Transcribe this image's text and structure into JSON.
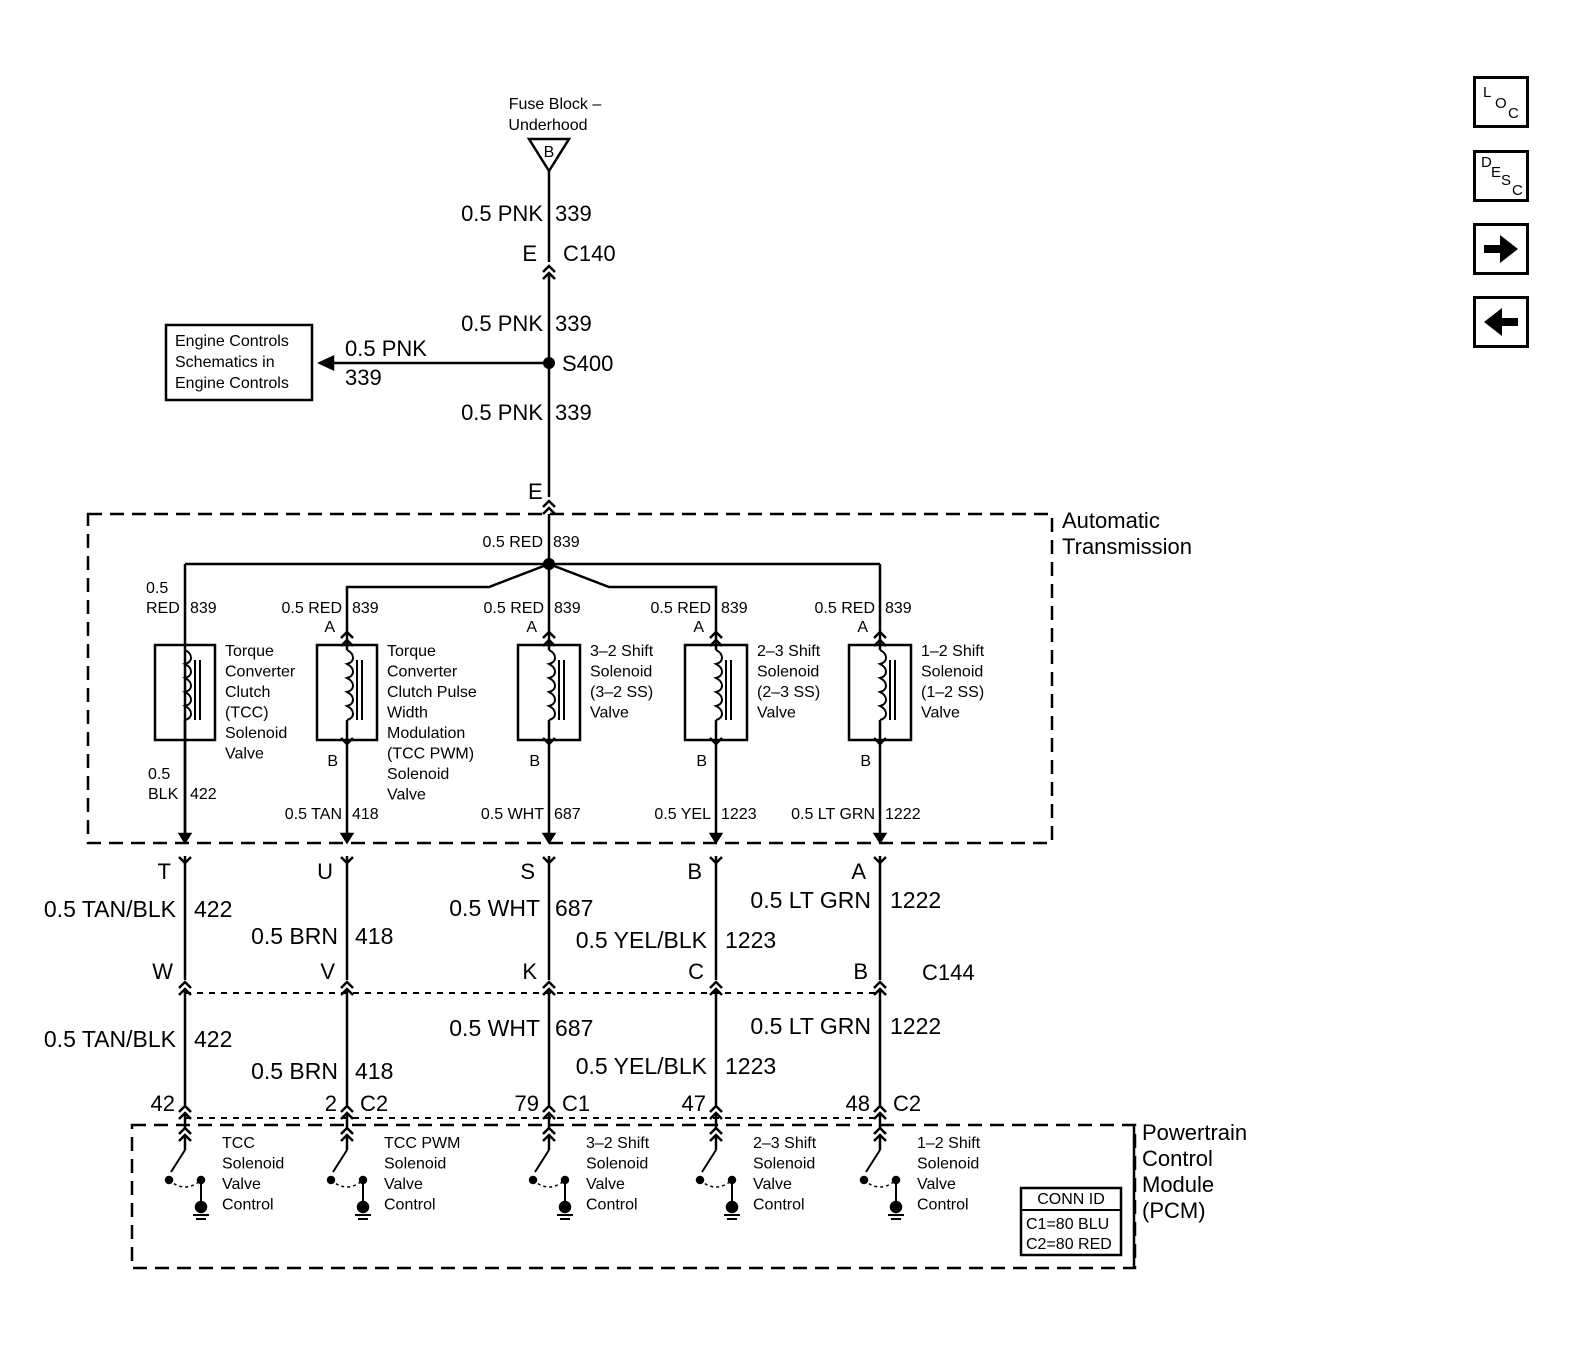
{
  "nav": {
    "loc": {
      "l1": "L",
      "l2": "O",
      "l3": "C"
    },
    "desc": {
      "l1": "D",
      "l2": "E",
      "l3": "S",
      "l4": "C"
    }
  },
  "fuse": {
    "line1": "Fuse Block –",
    "line2": "Underhood",
    "pin": "B"
  },
  "feed": {
    "w1": {
      "gauge": "0.5 PNK",
      "circuit": "339"
    },
    "c140": {
      "pin": "E",
      "name": "C140"
    },
    "w2": {
      "gauge": "0.5 PNK",
      "circuit": "339"
    },
    "splice": "S400",
    "w3": {
      "gauge": "0.5 PNK",
      "circuit": "339"
    },
    "branch": {
      "gauge": "0.5 PNK",
      "circuit": "339"
    },
    "ref": {
      "l1": "Engine Controls",
      "l2": "Schematics in",
      "l3": "Engine Controls"
    },
    "trans_pin": "E",
    "trans_wire": {
      "gauge": "0.5 RED",
      "circuit": "839"
    }
  },
  "trans": {
    "l1": "Automatic",
    "l2": "Transmission"
  },
  "solenoids": [
    {
      "top_gauge1": "0.5",
      "top_gauge2": "RED",
      "top_circ": "839",
      "pin_a": "",
      "lines": [
        "Torque",
        "Converter",
        "Clutch",
        "(TCC)",
        "Solenoid",
        "Valve"
      ],
      "pin_b": "",
      "bot_gauge1": "0.5",
      "bot_gauge2": "BLK",
      "bot_circ": "422"
    },
    {
      "top_gauge1": "0.5 RED",
      "top_circ": "839",
      "pin_a": "A",
      "lines": [
        "Torque",
        "Converter",
        "Clutch Pulse",
        "Width",
        "Modulation",
        "(TCC PWM)",
        "Solenoid",
        "Valve"
      ],
      "pin_b": "B",
      "bot_gauge1": "0.5 TAN",
      "bot_circ": "418"
    },
    {
      "top_gauge1": "0.5 RED",
      "top_circ": "839",
      "pin_a": "A",
      "lines": [
        "3–2 Shift",
        "Solenoid",
        "(3–2 SS)",
        "Valve"
      ],
      "pin_b": "B",
      "bot_gauge1": "0.5 WHT",
      "bot_circ": "687"
    },
    {
      "top_gauge1": "0.5 RED",
      "top_circ": "839",
      "pin_a": "A",
      "lines": [
        "2–3 Shift",
        "Solenoid",
        "(2–3 SS)",
        "Valve"
      ],
      "pin_b": "B",
      "bot_gauge1": "0.5 YEL",
      "bot_circ": "1223"
    },
    {
      "top_gauge1": "0.5 RED",
      "top_circ": "839",
      "pin_a": "A",
      "lines": [
        "1–2 Shift",
        "Solenoid",
        "(1–2 SS)",
        "Valve"
      ],
      "pin_b": "B",
      "bot_gauge1": "0.5 LT GRN",
      "bot_circ": "1222"
    }
  ],
  "c144": {
    "name": "C144",
    "top_pins": [
      "T",
      "U",
      "S",
      "B",
      "A"
    ],
    "bottom_pins": [
      "W",
      "V",
      "K",
      "C",
      "B"
    ]
  },
  "upper_wires": [
    {
      "gauge": "0.5 TAN/BLK",
      "circuit": "422"
    },
    {
      "gauge": "0.5 BRN",
      "circuit": "418"
    },
    {
      "gauge": "0.5 WHT",
      "circuit": "687"
    },
    {
      "gauge": "0.5 YEL/BLK",
      "circuit": "1223"
    },
    {
      "gauge": "0.5 LT GRN",
      "circuit": "1222"
    }
  ],
  "lower_wires": [
    {
      "gauge": "0.5 TAN/BLK",
      "circuit": "422"
    },
    {
      "gauge": "0.5 BRN",
      "circuit": "418"
    },
    {
      "gauge": "0.5 WHT",
      "circuit": "687"
    },
    {
      "gauge": "0.5 YEL/BLK",
      "circuit": "1223"
    },
    {
      "gauge": "0.5 LT GRN",
      "circuit": "1222"
    }
  ],
  "pcm_pins": [
    {
      "pin": "42",
      "conn": ""
    },
    {
      "pin": "2",
      "conn": "C2"
    },
    {
      "pin": "79",
      "conn": "C1"
    },
    {
      "pin": "47",
      "conn": ""
    },
    {
      "pin": "48",
      "conn": "C2"
    }
  ],
  "pcm": {
    "l1": "Powertrain",
    "l2": "Control",
    "l3": "Module",
    "l4": "(PCM)"
  },
  "pcm_controls": [
    [
      "TCC",
      "Solenoid",
      "Valve",
      "Control"
    ],
    [
      "TCC PWM",
      "Solenoid",
      "Valve",
      "Control"
    ],
    [
      "3–2 Shift",
      "Solenoid",
      "Valve",
      "Control"
    ],
    [
      "2–3 Shift",
      "Solenoid",
      "Valve",
      "Control"
    ],
    [
      "1–2 Shift",
      "Solenoid",
      "Valve",
      "Control"
    ]
  ],
  "conn_id": {
    "title": "CONN ID",
    "c1": "C1=80 BLU",
    "c2": "C2=80 RED"
  }
}
